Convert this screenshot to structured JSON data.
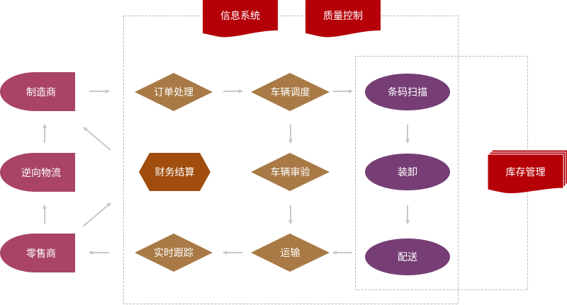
{
  "title": "物流管理流程图",
  "colors": {
    "partner": "#a94464",
    "process": "#a97a45",
    "finance": "#a04d0e",
    "warehouse": "#763e74",
    "document": "#b50008",
    "arrow": "#c8c8c8",
    "border": "#b4b4b4"
  },
  "documents": {
    "info_system": "信息系统",
    "quality_control": "质量控制",
    "inventory_management": "库存管理"
  },
  "partners": {
    "manufacturer": "制造商",
    "reverse_logistics": "逆向物流",
    "retailer": "零售商"
  },
  "processes": {
    "order_processing": "订单处理",
    "vehicle_dispatch": "车辆调度",
    "financial_settlement": "财务结算",
    "vehicle_inspection": "车辆审验",
    "realtime_tracking": "实时跟踪",
    "transportation": "运输"
  },
  "warehouse": {
    "barcode_scanning": "条码扫描",
    "loading_unloading": "装卸",
    "delivery": "配送"
  }
}
